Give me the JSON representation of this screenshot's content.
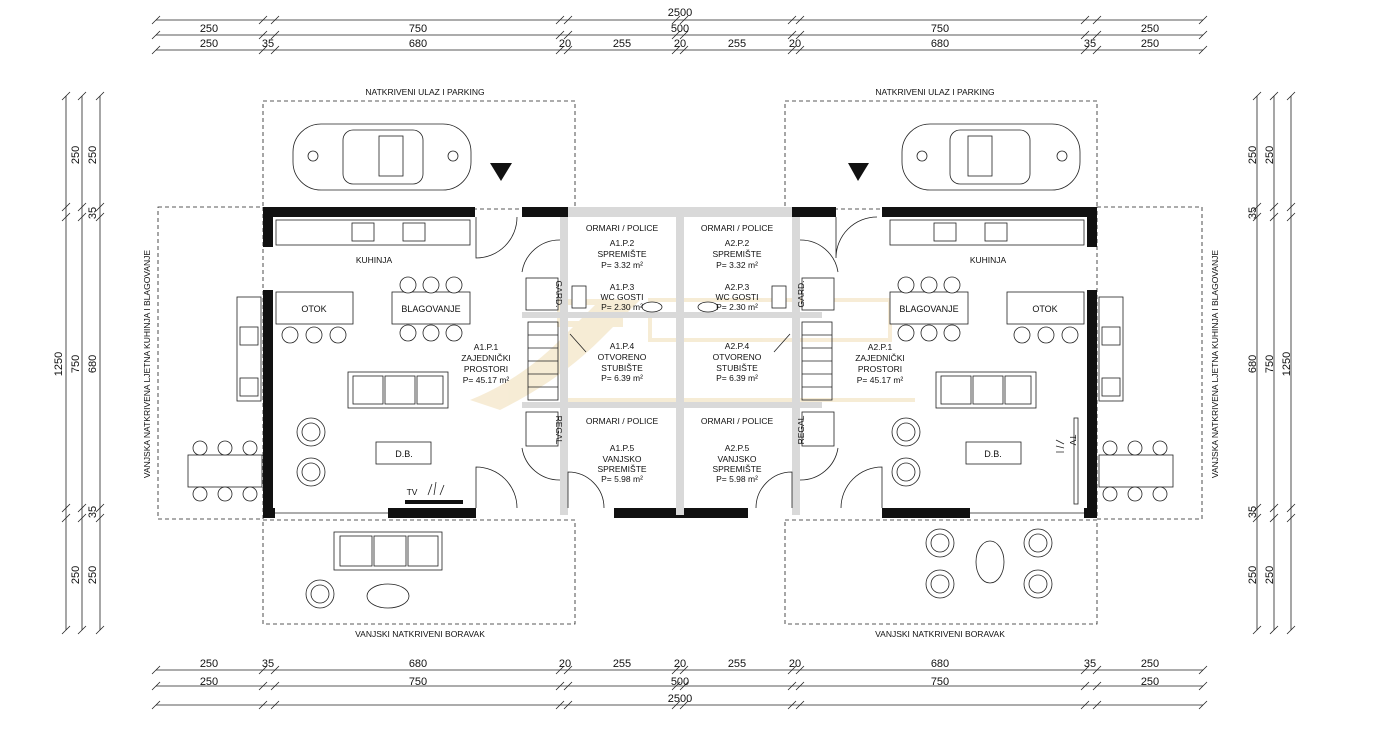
{
  "dimensions": {
    "total": "2500",
    "row1": [
      "250",
      "750",
      "500",
      "750",
      "250"
    ],
    "row2": [
      "250",
      "35",
      "680",
      "20",
      "255",
      "20",
      "255",
      "20",
      "680",
      "35",
      "250"
    ],
    "side_outer": [
      "1250"
    ],
    "side_mid": [
      "250",
      "750",
      "250"
    ],
    "side_inner": [
      "250",
      "35",
      "680",
      "35",
      "250"
    ]
  },
  "labels": {
    "top_area": "NATKRIVENI ULAZ I PARKING",
    "bottom_area": "VANJSKI NATKRIVENI BORAVAK",
    "side_area": "VANJSKA NATKRIVENA LJETNA KUHINJA I BLAGOVANJE",
    "kitchen": "KUHINJA",
    "island": "OTOK",
    "dining": "BLAGOVANJE",
    "db": "D.B.",
    "tv": "TV",
    "cabinets": "ORMARI / POLICE",
    "garb": "GARD.",
    "regal": "REGAL"
  },
  "rooms": {
    "a1p1": [
      "A1.P.1",
      "ZAJEDNIČKI",
      "PROSTORI",
      "P= 45.17 m²"
    ],
    "a1p2": [
      "A1.P.2",
      "SPREMIŠTE",
      "P= 3.32 m²"
    ],
    "a1p3": [
      "A1.P.3",
      "WC GOSTI",
      "P= 2.30 m²"
    ],
    "a1p4": [
      "A1.P.4",
      "OTVORENO",
      "STUBIŠTE",
      "P= 6.39 m²"
    ],
    "a1p5": [
      "A1.P.5",
      "VANJSKO",
      "SPREMIŠTE",
      "P= 5.98 m²"
    ],
    "a2p1": [
      "A2.P.1",
      "ZAJEDNIČKI",
      "PROSTORI",
      "P= 45.17 m²"
    ],
    "a2p2": [
      "A2.P.2",
      "SPREMIŠTE",
      "P= 3.32 m²"
    ],
    "a2p3": [
      "A2.P.3",
      "WC GOSTI",
      "P= 2.30 m²"
    ],
    "a2p4": [
      "A2.P.4",
      "OTVORENO",
      "STUBIŠTE",
      "P= 6.39 m²"
    ],
    "a2p5": [
      "A2.P.5",
      "VANJSKO",
      "SPREMIŠTE",
      "P= 5.98 m²"
    ]
  },
  "colors": {
    "line": "#111111",
    "watermark": "#e8c98a"
  }
}
